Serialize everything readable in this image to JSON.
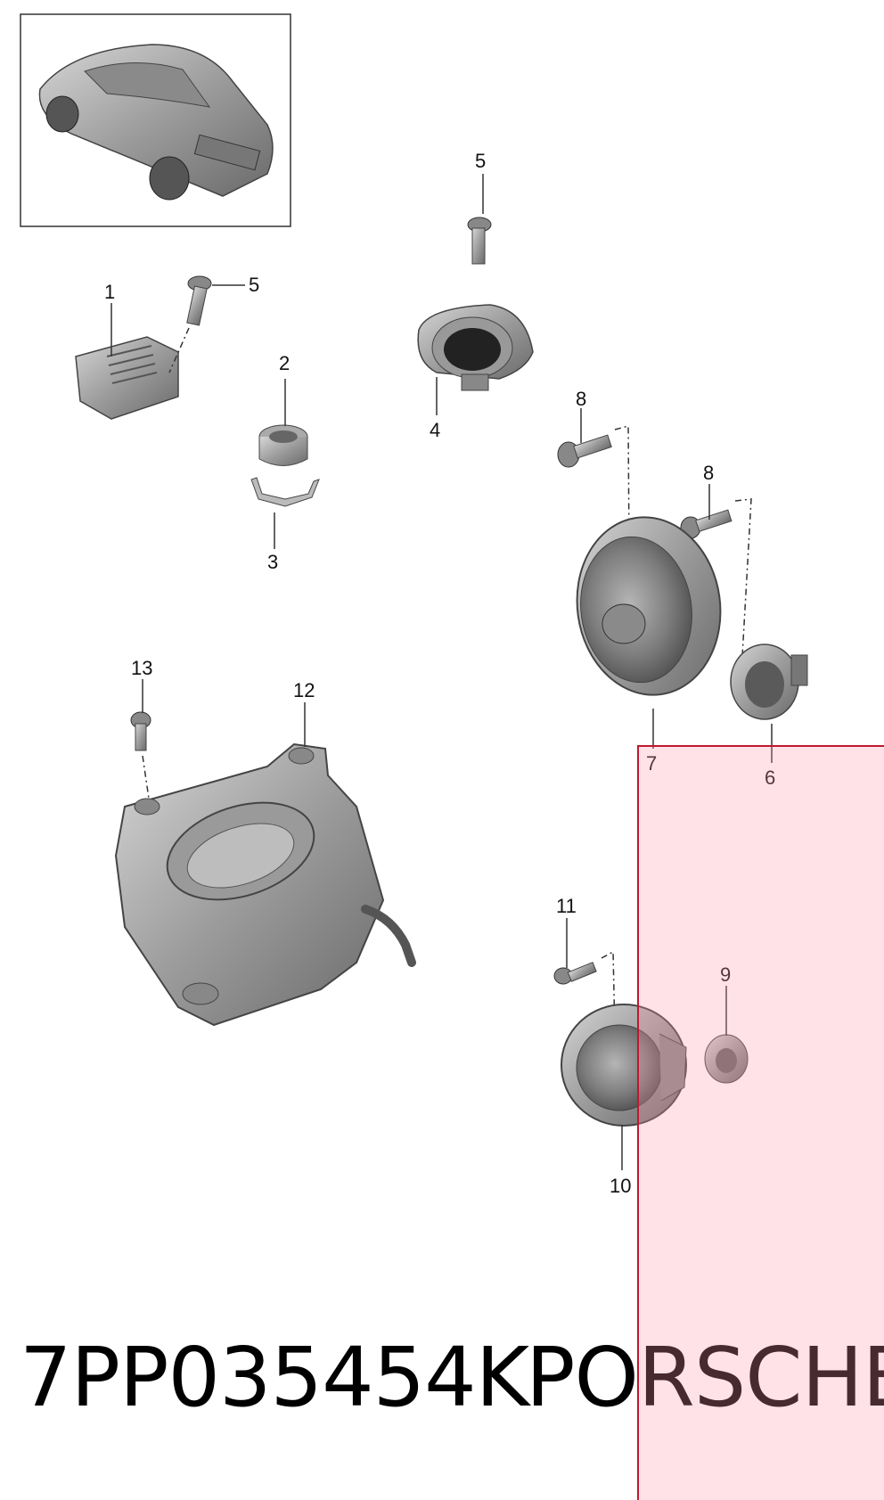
{
  "diagram": {
    "callouts": [
      "1",
      "2",
      "3",
      "4",
      "5",
      "5",
      "6",
      "7",
      "8",
      "8",
      "9",
      "10",
      "11",
      "12",
      "13"
    ]
  },
  "footer": {
    "part_number": "7PP035454K",
    "brand": "PORSCHE"
  },
  "colors": {
    "part_gray": "#9a9a9a",
    "part_dark": "#5a5a5a",
    "highlight": "#c0182f"
  }
}
